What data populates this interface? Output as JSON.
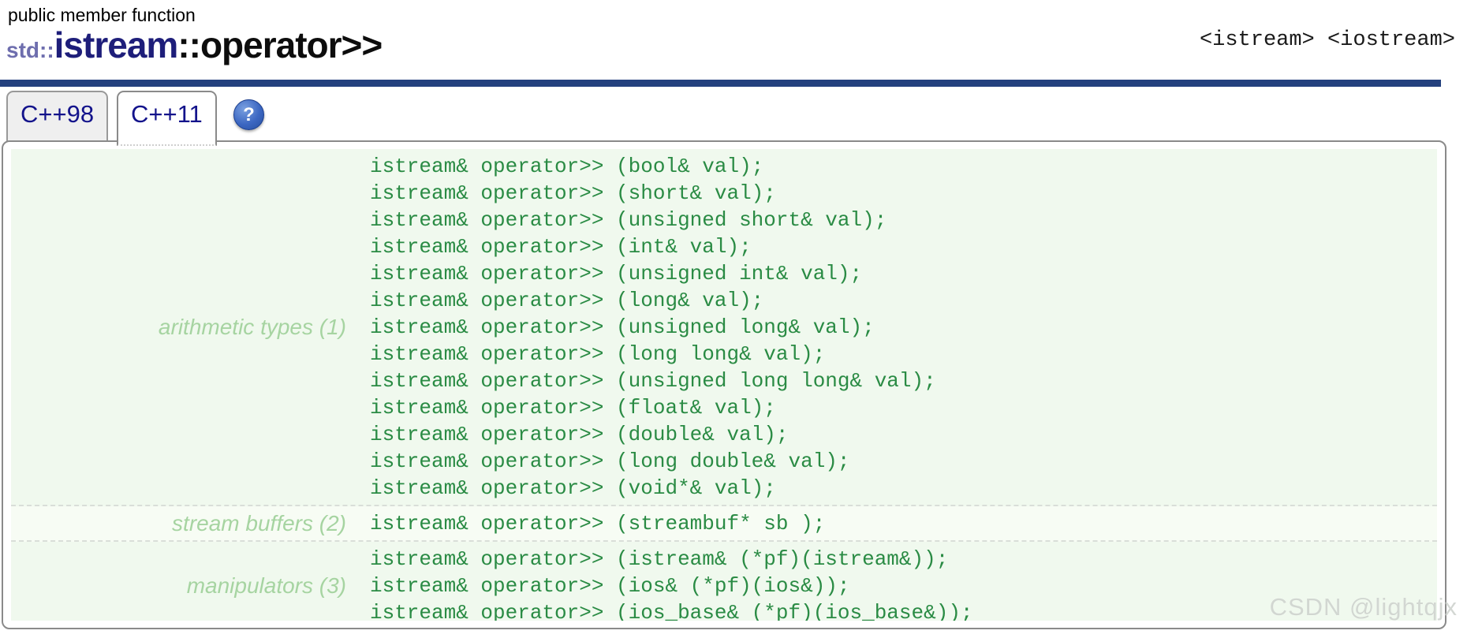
{
  "header": {
    "kicker": "public member function",
    "title_namespace": "std::",
    "title_class": "istream",
    "title_member": "::operator>>",
    "headers_right": "<istream> <iostream>"
  },
  "tabs": [
    {
      "label": "C++98",
      "active": false
    },
    {
      "label": "C++11",
      "active": true
    }
  ],
  "help_icon_glyph": "?",
  "groups": [
    {
      "label": "arithmetic types (1)",
      "signatures": [
        "istream& operator>> (bool& val);",
        "istream& operator>> (short& val);",
        "istream& operator>> (unsigned short& val);",
        "istream& operator>> (int& val);",
        "istream& operator>> (unsigned int& val);",
        "istream& operator>> (long& val);",
        "istream& operator>> (unsigned long& val);",
        "istream& operator>> (long long& val);",
        "istream& operator>> (unsigned long long& val);",
        "istream& operator>> (float& val);",
        "istream& operator>> (double& val);",
        "istream& operator>> (long double& val);",
        "istream& operator>> (void*& val);"
      ]
    },
    {
      "label": "stream buffers (2)",
      "signatures": [
        "istream& operator>> (streambuf* sb );"
      ]
    },
    {
      "label": "manipulators (3)",
      "signatures": [
        "istream& operator>> (istream& (*pf)(istream&));",
        "istream& operator>> (ios& (*pf)(ios&));",
        "istream& operator>> (ios_base& (*pf)(ios_base&));"
      ]
    }
  ],
  "watermark": "CSDN @lightqjx",
  "colors": {
    "accent_navy": "#24417e",
    "title_class_navy": "#1e1e7a",
    "title_namespace_slate": "#6e6eae",
    "code_green": "#2a8b44",
    "label_light_green": "#a6d4a1",
    "tab_text_navy": "#13138b",
    "panel_background": "#f0f9ee"
  }
}
